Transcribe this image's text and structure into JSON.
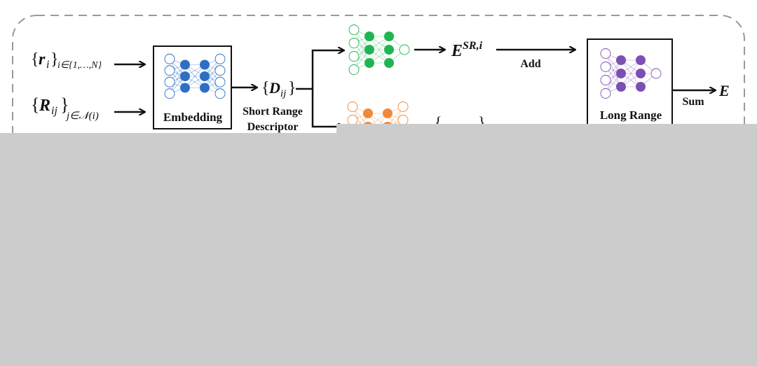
{
  "diagram": {
    "type": "neural-network-pipeline",
    "inputs": [
      {
        "symbol": "r",
        "subscript": "i",
        "index_set": "i∈{1,…,N}"
      },
      {
        "symbol": "R",
        "subscript": "ij",
        "index_set": "j∈𝒩(i)"
      }
    ],
    "embedding_block": {
      "label": "Embedding",
      "color": "#2e6fc4"
    },
    "descriptor": {
      "symbol": "D",
      "subscript": "ij",
      "label_line1": "Short Range",
      "label_line2": "Descriptor"
    },
    "short_range_net": {
      "color": "#1fb552"
    },
    "short_range_energy": {
      "symbol": "E",
      "superscript": "SR,i"
    },
    "add_label": "Add",
    "second_branch_net": {
      "color": "#f0893a"
    },
    "long_range_block": {
      "label": "Long Range",
      "color": "#7b4fb3"
    },
    "sum_label": "Sum",
    "output": {
      "symbol": "E"
    },
    "colors": {
      "frame_dash": "#999999",
      "arrow": "#111111",
      "overlay": "#cccccc"
    }
  }
}
